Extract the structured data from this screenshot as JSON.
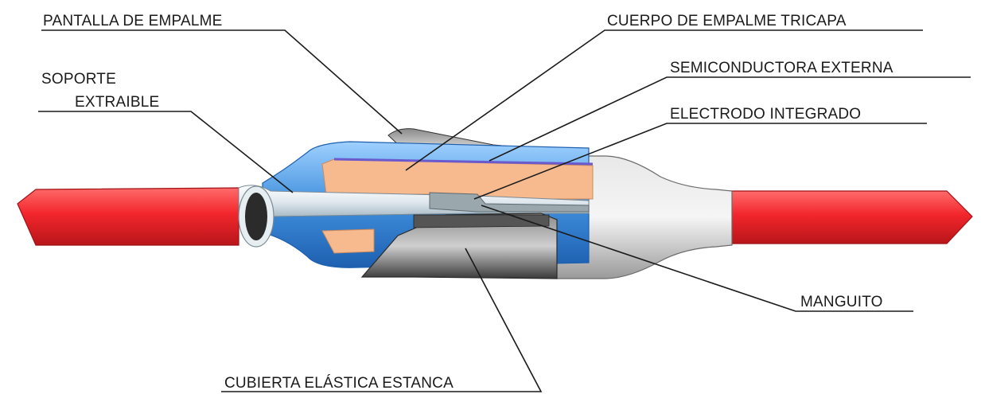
{
  "labels": {
    "pantalla": "PANTALLA DE EMPALME",
    "cuerpo": "CUERPO DE EMPALME TRICAPA",
    "semiconductora": "SEMICONDUCTORA EXTERNA",
    "electrodo": "ELECTRODO INTEGRADO",
    "soporte_line1": "SOPORTE",
    "soporte_line2": "EXTRAIBLE",
    "manguito": "MANGUITO",
    "cubierta": "CUBIERTA ELÁSTICA ESTANCA"
  },
  "colors": {
    "cable_red": "#f2262c",
    "cable_red_dark": "#c81a1e",
    "insulation_orange": "#f7b98e",
    "shield_blue": "#3f8fdc",
    "semicon_violet": "#6a5acd",
    "jacket_grey": "#cfcfcf",
    "jacket_dark": "#4a4a4a"
  }
}
